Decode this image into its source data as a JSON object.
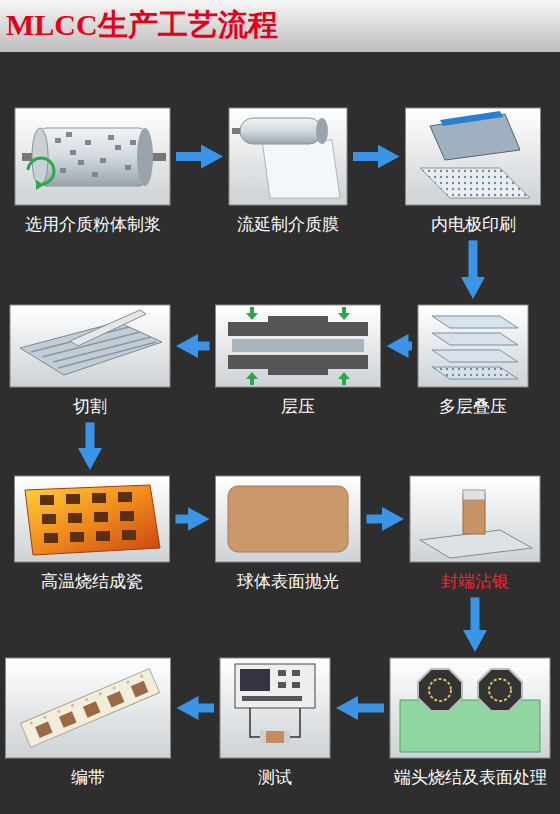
{
  "diagram": {
    "title": "MLCC生产工艺流程",
    "nodes": [
      {
        "text": [
          "选用介质粉体制浆"
        ]
      },
      {
        "text": [
          "流延制介质膜"
        ]
      },
      {
        "text": [
          "内电极印刷"
        ]
      },
      {
        "text": [
          "多层叠压"
        ]
      },
      {
        "text": [
          "层压"
        ]
      },
      {
        "text": [
          "切割"
        ]
      },
      {
        "text": [
          "高温烧结成瓷"
        ]
      },
      {
        "text": [
          "球体表面抛光"
        ]
      },
      {
        "text": [
          "封端沾银"
        ]
      },
      {
        "text": [
          "端头烧结及表面处理"
        ]
      },
      {
        "text": [
          "测试"
        ]
      },
      {
        "text": [
          "编带"
        ]
      }
    ],
    "edges": [
      {
        "from": 0,
        "to": 1,
        "arrow": "to"
      },
      {
        "from": 1,
        "to": 2,
        "arrow": "to"
      },
      {
        "from": 2,
        "to": 3,
        "arrow": "to"
      },
      {
        "from": 3,
        "to": 4,
        "arrow": "to"
      },
      {
        "from": 4,
        "to": 5,
        "arrow": "to"
      },
      {
        "from": 5,
        "to": 6,
        "arrow": "to"
      },
      {
        "from": 6,
        "to": 7,
        "arrow": "to"
      },
      {
        "from": 7,
        "to": 8,
        "arrow": "to"
      },
      {
        "from": 8,
        "to": 9,
        "arrow": "to"
      },
      {
        "from": 9,
        "to": 10,
        "arrow": "to"
      },
      {
        "from": 10,
        "to": 11,
        "arrow": "to"
      }
    ]
  }
}
